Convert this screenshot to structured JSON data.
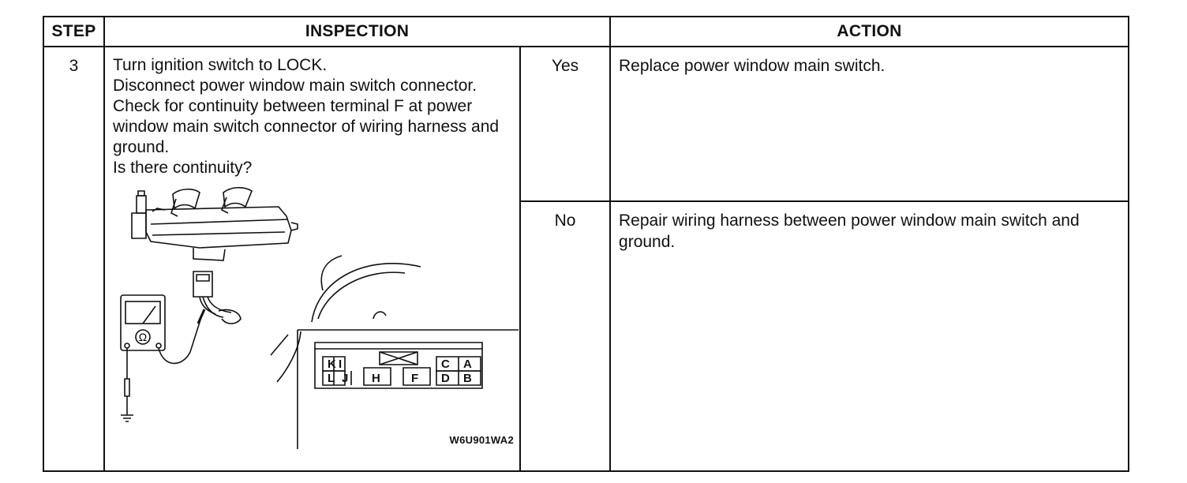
{
  "table": {
    "headers": {
      "step": "STEP",
      "inspection": "INSPECTION",
      "action": "ACTION"
    },
    "rows": [
      {
        "step": "3",
        "inspection": "Turn ignition switch to LOCK.\nDisconnect power window main switch connector.\nCheck for continuity between terminal F at power window main switch connector of wiring harness and ground.\nIs there continuity?",
        "results": [
          {
            "answer": "Yes",
            "action": "Replace power window main switch."
          },
          {
            "answer": "No",
            "action": "Repair wiring harness between power window main switch and ground."
          }
        ]
      }
    ]
  },
  "figure": {
    "code": "W6U901WA2",
    "ohm_symbol": "Ω",
    "connector_terminals_top": [
      "K",
      "I",
      "C",
      "A"
    ],
    "connector_terminals_bottom": [
      "L",
      "J",
      "H",
      "F",
      "D",
      "B"
    ]
  }
}
